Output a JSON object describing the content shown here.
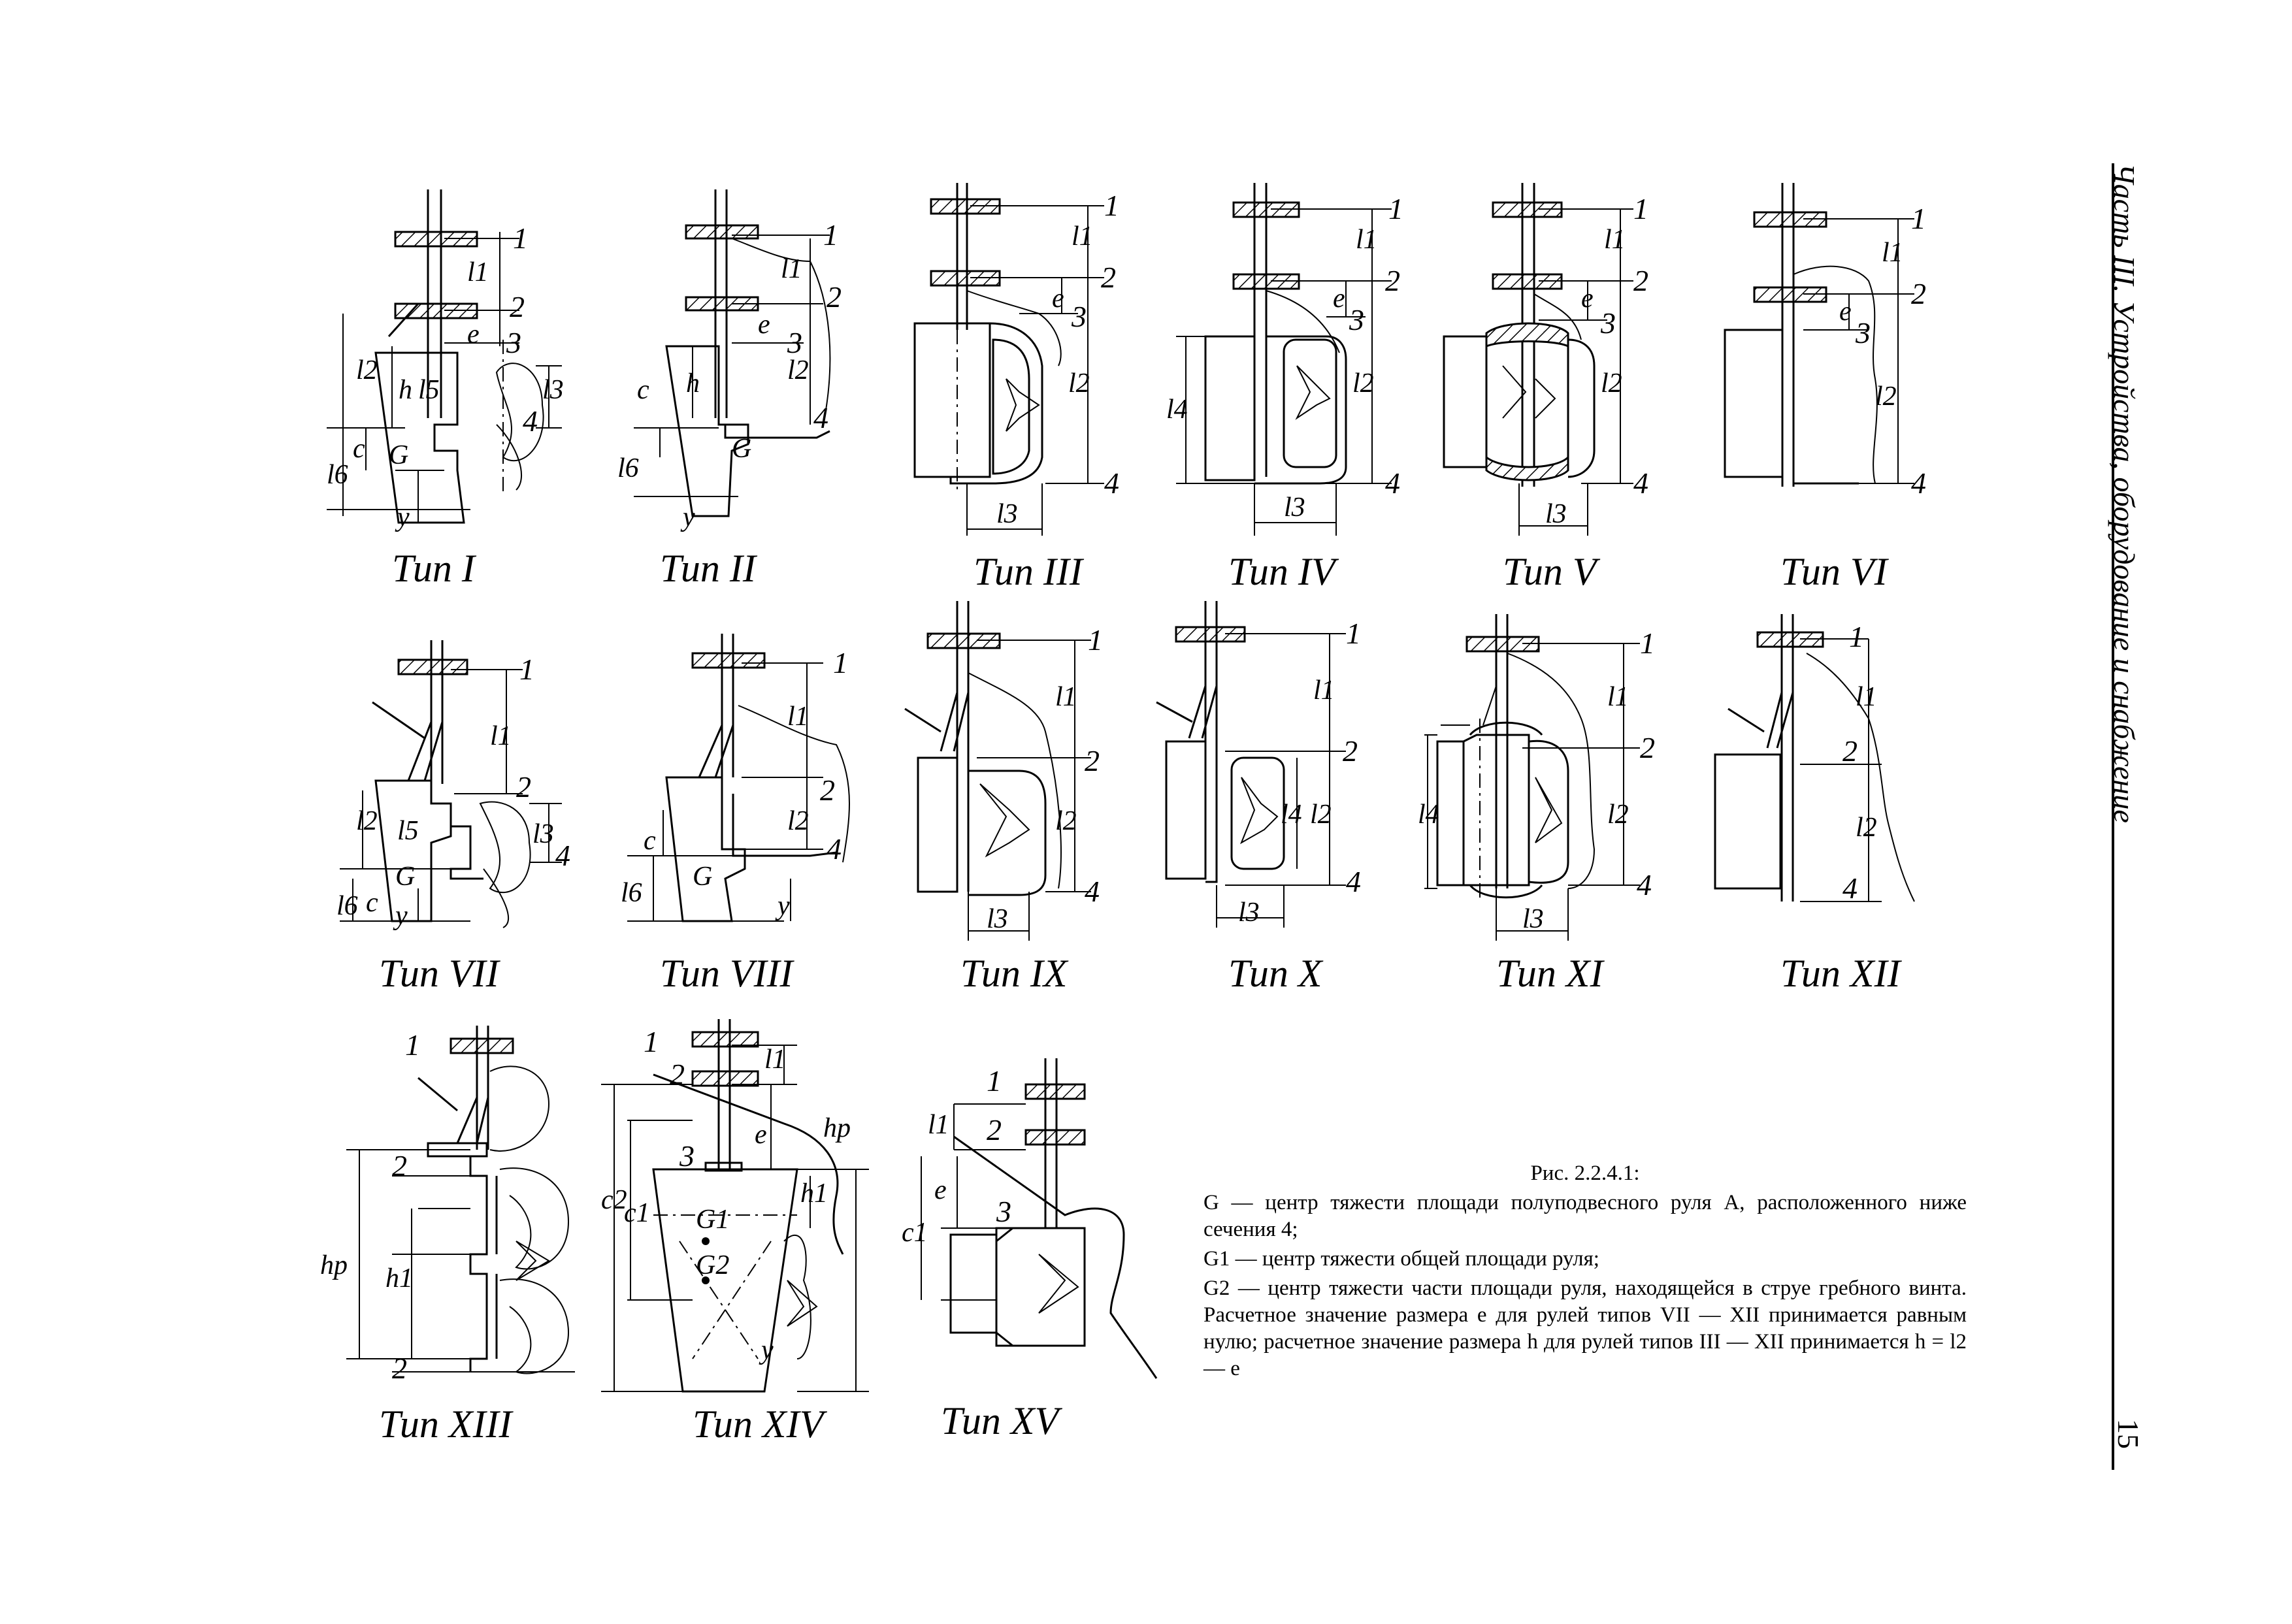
{
  "header": {
    "title": "Часть III. Устройства, оборудование и снабжение"
  },
  "page_number": "15",
  "types": [
    {
      "id": "I",
      "label": "Тип I"
    },
    {
      "id": "II",
      "label": "Тип II"
    },
    {
      "id": "III",
      "label": "Тип III"
    },
    {
      "id": "IV",
      "label": "Тип IV"
    },
    {
      "id": "V",
      "label": "Тип V"
    },
    {
      "id": "VI",
      "label": "Тип VI"
    },
    {
      "id": "VII",
      "label": "Тип VII"
    },
    {
      "id": "VIII",
      "label": "Тип VIII"
    },
    {
      "id": "IX",
      "label": "Тип IX"
    },
    {
      "id": "X",
      "label": "Тип X"
    },
    {
      "id": "XI",
      "label": "Тип XI"
    },
    {
      "id": "XII",
      "label": "Тип XII"
    },
    {
      "id": "XIII",
      "label": "Тип XIII"
    },
    {
      "id": "XIV",
      "label": "Тип XIV"
    },
    {
      "id": "XV",
      "label": "Тип XV"
    }
  ],
  "labels": {
    "sec1": "1",
    "sec2": "2",
    "sec3": "3",
    "sec4": "4",
    "l1": "l1",
    "l2": "l2",
    "l3": "l3",
    "l4": "l4",
    "l5": "l5",
    "l6": "l6",
    "e": "e",
    "h": "h",
    "c": "c",
    "y": "y",
    "G": "G",
    "hp": "hp",
    "h1": "h1",
    "c1": "c1",
    "c2": "c2",
    "G1": "G1",
    "G2": "G2"
  },
  "caption": {
    "title": "Рис. 2.2.4.1:",
    "lines": [
      "G — центр тяжести площади полуподвесного руля А, расположенного ниже сечения 4;",
      "G1 — центр тяжести общей площади руля;",
      "G2 — центр тяжести части площади руля, находящейся в струе гребного винта. Расчетное значение размера e для рулей типов VII — XII принимается равным нулю; расчетное значение размера h для рулей типов III — XII принимается h = l2 — e"
    ]
  }
}
